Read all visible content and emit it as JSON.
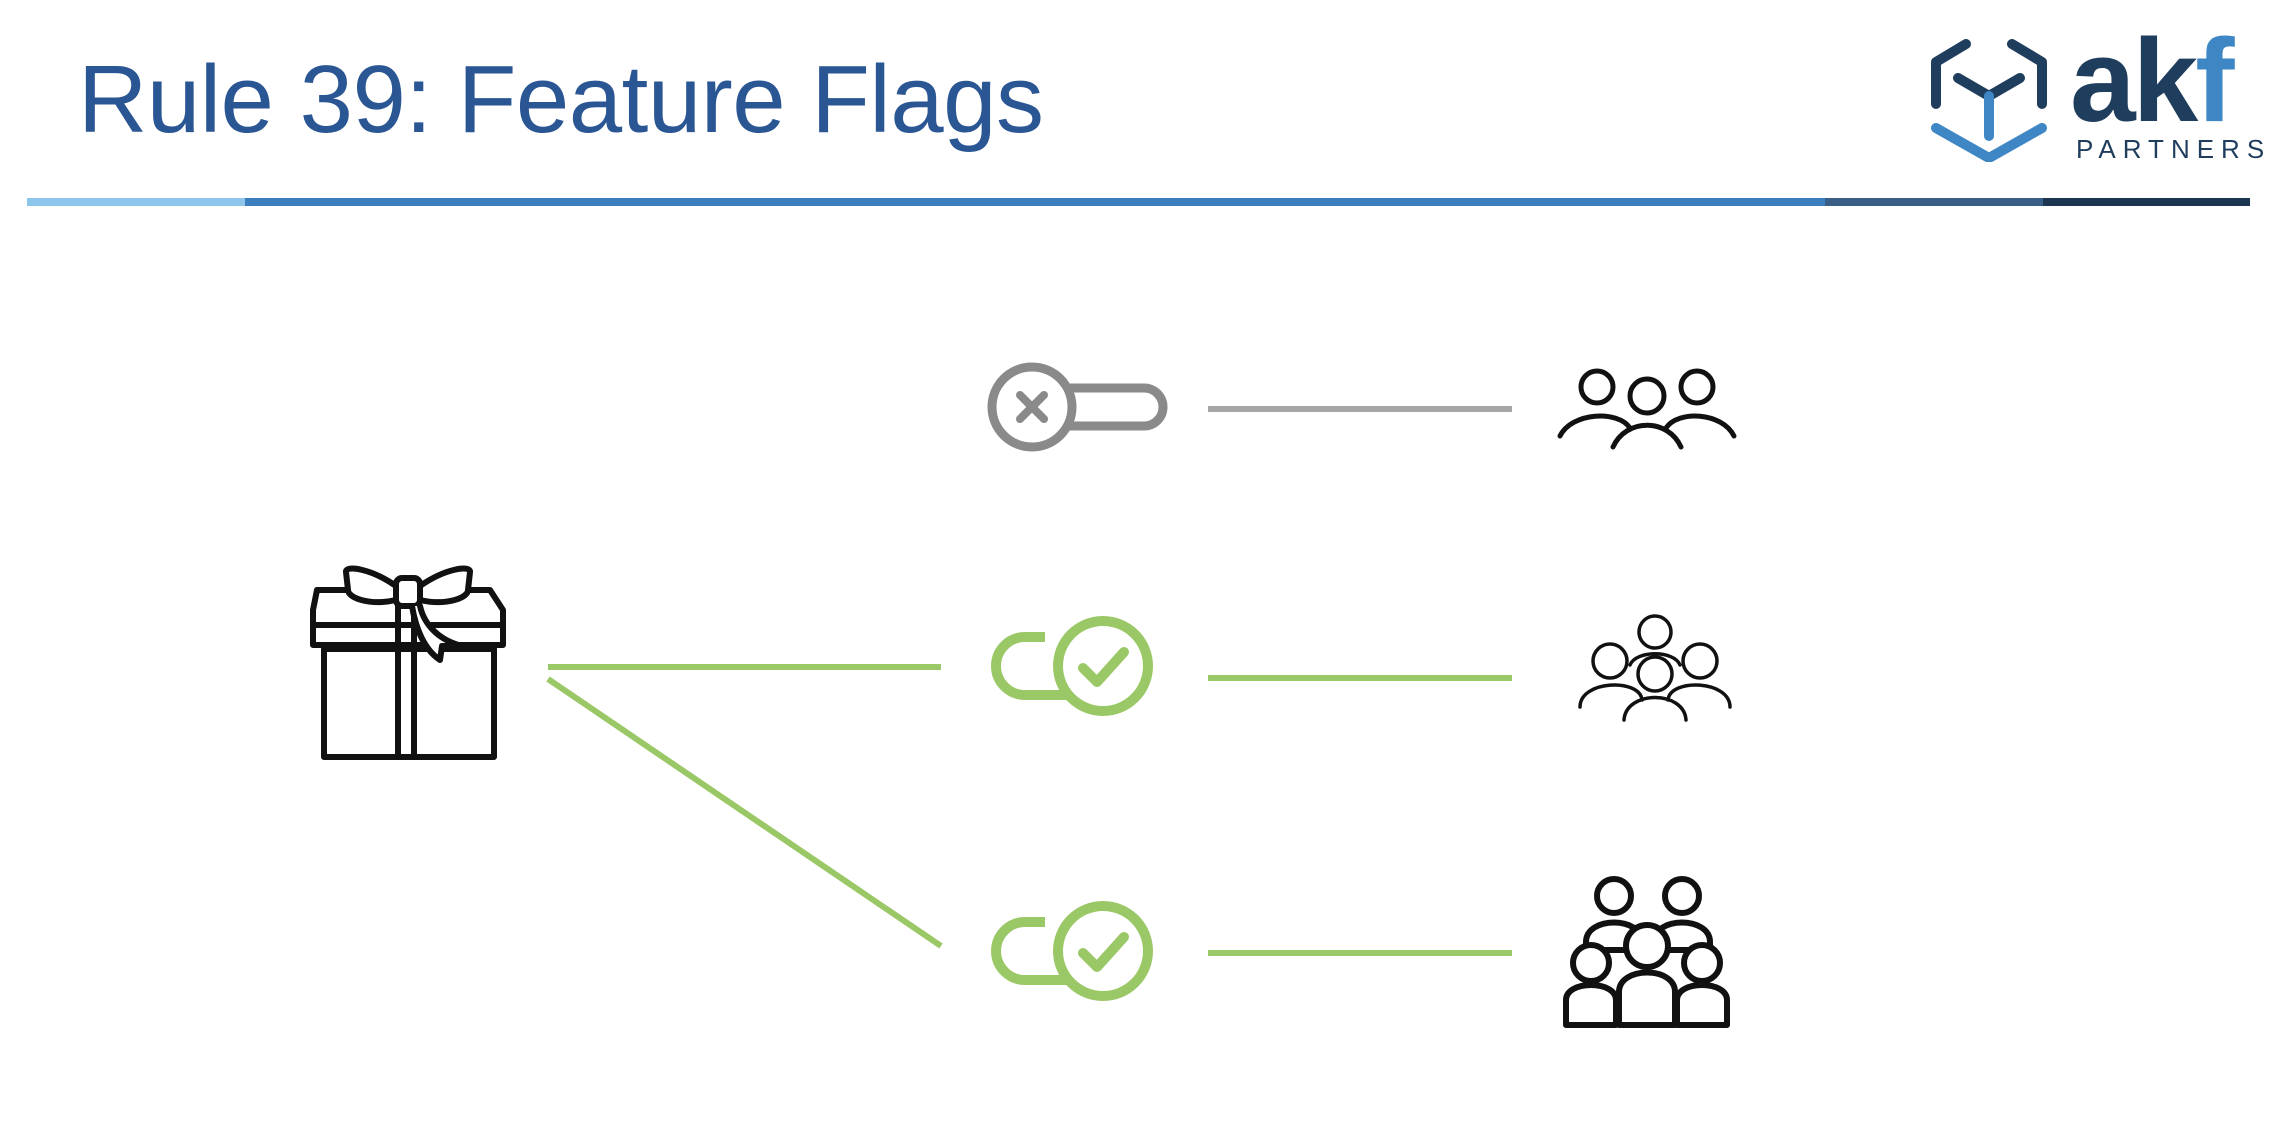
{
  "title": "Rule 39: Feature Flags",
  "logo": {
    "word_main": "ak",
    "word_accent": "f",
    "subtitle": "PARTNERS",
    "colors": {
      "dark": "#1f3d5c",
      "accent": "#3f86c4"
    }
  },
  "header_bar_colors": [
    "#8ec5ea",
    "#3c7fc0",
    "#3a5f86",
    "#1c3550"
  ],
  "diagram": {
    "source": {
      "icon": "gift-icon"
    },
    "flags": [
      {
        "state": "off",
        "icon": "toggle-off-icon",
        "audience_icon": "user-group-outline-icon",
        "color": "#8a8a8a"
      },
      {
        "state": "on",
        "icon": "toggle-on-icon",
        "audience_icon": "user-group-thin-icon",
        "color": "#9bc866"
      },
      {
        "state": "on",
        "icon": "toggle-on-icon",
        "audience_icon": "user-group-bold-icon",
        "color": "#9bc866"
      }
    ],
    "connector_colors": {
      "enabled": "#9bc866",
      "disabled": "#a6a6a6"
    }
  }
}
